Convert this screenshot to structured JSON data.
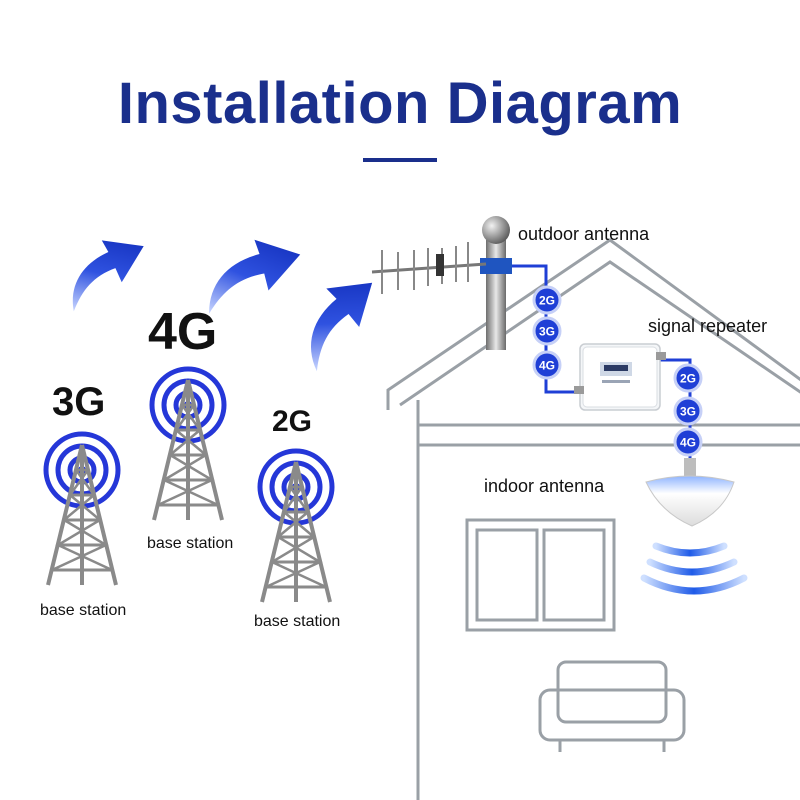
{
  "title": "Installation Diagram",
  "stations": [
    {
      "generation": "3G",
      "label": "base station"
    },
    {
      "generation": "4G",
      "label": "base station"
    },
    {
      "generation": "2G",
      "label": "base station"
    }
  ],
  "components": {
    "outdoor_antenna": "outdoor antenna",
    "signal_repeater": "signal repeater",
    "indoor_antenna": "indoor antenna"
  },
  "badges_outdoor": [
    "2G",
    "3G",
    "4G"
  ],
  "badges_indoor": [
    "2G",
    "3G",
    "4G"
  ],
  "colors": {
    "title": "#1a2f8c",
    "signal_blue": "#1f3fd6",
    "cable": "#1f3fd6",
    "house_line": "#9aa0a6",
    "tower_gray": "#8a8a8a"
  }
}
